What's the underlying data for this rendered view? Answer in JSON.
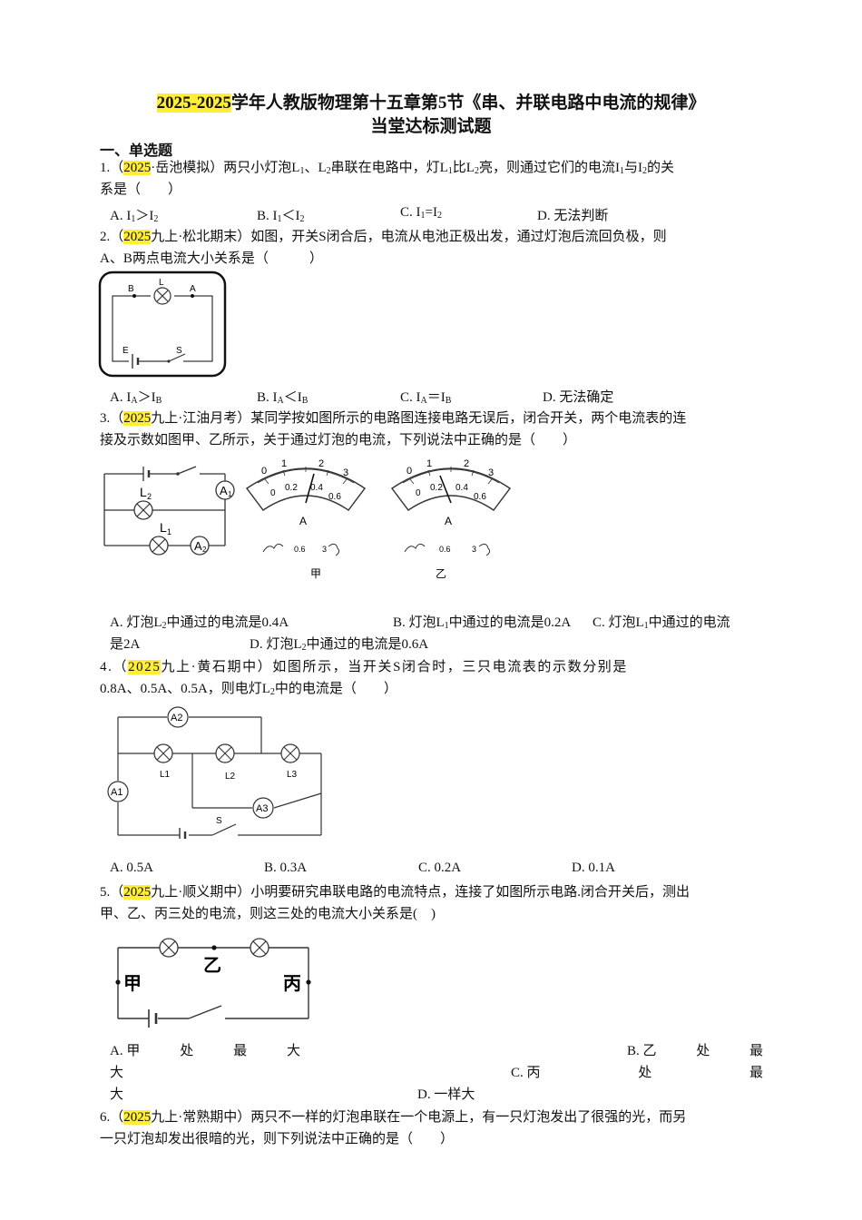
{
  "title": {
    "year": "2025-2025",
    "line1_rest": "学年人教版物理第十五章第5节《串、并联电路中电流的规律》",
    "line2": "当堂达标测试题"
  },
  "section": "一、单选题",
  "q1": {
    "no": "1.（",
    "year": "2025",
    "src": "·岳池模拟）两只小灯泡L",
    "s1": "1",
    "t1": "、L",
    "s2": "2",
    "t2": "串联在电路中，灯L",
    "s3": "1",
    "t3": "比L",
    "s4": "2",
    "t4": "亮，则通过它们的电流I",
    "s5": "1",
    "t5": "与I",
    "s6": "2",
    "t6": "的关",
    "line2": "系是（　　）",
    "optA": "A. I",
    "optA_s1": "1",
    "optA_m": "＞I",
    "optA_s2": "2",
    "optB": "B. I",
    "optB_s1": "1",
    "optB_m": "＜I",
    "optB_s2": "2",
    "optC": "C. I",
    "optC_s1": "1",
    "optC_m": "=I",
    "optC_s2": "2",
    "optD": "D. 无法判断"
  },
  "q2": {
    "no": "2.（",
    "year": "2025",
    "rest": "九上·松北期末）如图，开关S闭合后，电流从电池正极出发，通过灯泡后流回负极，则",
    "line2": "A、B两点电流大小关系是（　　　）",
    "fig": {
      "B": "B",
      "L": "L",
      "A": "A",
      "E": "E",
      "S": "S"
    },
    "optA": "A. I",
    "optA_s1": "A",
    "optA_m": "＞I",
    "optA_s2": "B",
    "optB": "B. I",
    "optB_s1": "A",
    "optB_m": "＜I",
    "optB_s2": "B",
    "optC": "C. I",
    "optC_s1": "A",
    "optC_m": "＝I",
    "optC_s2": "B",
    "optD": "D. 无法确定"
  },
  "q3": {
    "no": "3.（",
    "year": "2025",
    "rest": "九上·江油月考）某同学按如图所示的电路图连接电路无误后，闭合开关，两个电流表的连",
    "line2": "接及示数如图甲、乙所示，关于通过灯泡的电流，下列说法中正确的是（　　）",
    "fig": {
      "L2": "L",
      "L2s": "2",
      "L1": "L",
      "L1s": "1",
      "A1": "A",
      "A1s": "1",
      "A2": "A",
      "A2s": "2",
      "t0": "0",
      "t1": "1",
      "t2": "2",
      "t3": "3",
      "b0": "0",
      "b02": "0.2",
      "b04": "0.4",
      "b06": "0.6",
      "unit": "A",
      "term06": "0.6",
      "term3": "3",
      "jia": "甲",
      "yi": "乙"
    },
    "optA": "A. 灯泡L",
    "optA_s": "2",
    "optA_r": "中通过的电流是0.4A",
    "optB": "B. 灯泡L",
    "optB_s": "1",
    "optB_r": "中通过的电流是0.2A",
    "optC": "C. 灯泡L",
    "optC_s": "1",
    "optC_r": "中通过的电流",
    "optC2": "是2A",
    "optD": "D. 灯泡L",
    "optD_s": "2",
    "optD_r": "中通过的电流是0.6A"
  },
  "q4": {
    "no": "4.（",
    "year": "2025",
    "rest": "九上·黄石期中）如图所示，当开关S闭合时，三只电流表的示数分别是",
    "line2a": "0.8A、0.5A、0.5A，则电灯L",
    "line2s": "2",
    "line2b": "中的电流是（　　）",
    "fig": {
      "A1": "A1",
      "A2": "A2",
      "A3": "A3",
      "L1": "L1",
      "L2": "L2",
      "L3": "L3",
      "S": "S"
    },
    "optA": "A. 0.5A",
    "optB": "B. 0.3A",
    "optC": "C. 0.2A",
    "optD": "D. 0.1A"
  },
  "q5": {
    "no": "5.（",
    "year": "2025",
    "rest": "九上·顺义期中）小明要研究串联电路的电流特点，连接了如图所示电路.闭合开关后，测出",
    "line2": "甲、乙、丙三处的电流，则这三处的电流大小关系是(　)",
    "fig": {
      "jia": "甲",
      "yi": "乙",
      "bing": "丙"
    },
    "optA1": "A. 甲",
    "optA2": "处",
    "optA3": "最",
    "optA4": "大",
    "optB1": "B. 乙",
    "optB2": "处",
    "optB3": "最",
    "optB4": "大",
    "optC1": "C. 丙",
    "optC2": "处",
    "optC3": "最",
    "optC4": "大",
    "optD": "D. 一样大"
  },
  "q6": {
    "no": "6.（",
    "year": "2025",
    "rest": "九上·常熟期中）两只不一样的灯泡串联在一个电源上，有一只灯泡发出了很强的光，而另",
    "line2": "一只灯泡却发出很暗的光，则下列说法中正确的是（　　）"
  }
}
